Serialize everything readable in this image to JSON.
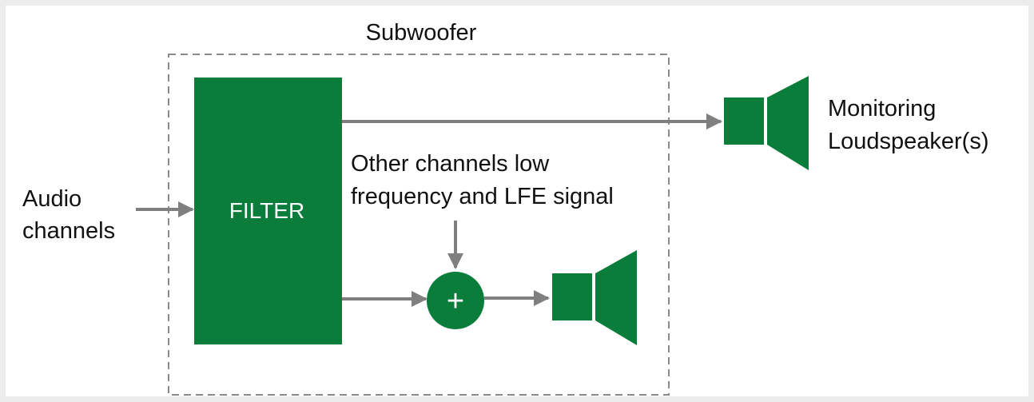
{
  "colors": {
    "background": "#ececec",
    "panel": "#ffffff",
    "green": "#0a7d3b",
    "arrow": "#7f7f7f",
    "dashed_border": "#8a8a8a",
    "text": "#111111"
  },
  "diagram": {
    "subwoofer_label": "Subwoofer",
    "filter_label": "FILTER",
    "input_label": [
      "Audio",
      "channels"
    ],
    "monitoring_label": [
      "Monitoring",
      "Loudspeaker(s)"
    ],
    "other_channels_label": [
      "Other channels low",
      "frequency and LFE signal"
    ],
    "summing_symbol": "+",
    "icons": {
      "monitoring_speaker": "loudspeaker-icon",
      "subwoofer_speaker": "loudspeaker-icon"
    }
  }
}
